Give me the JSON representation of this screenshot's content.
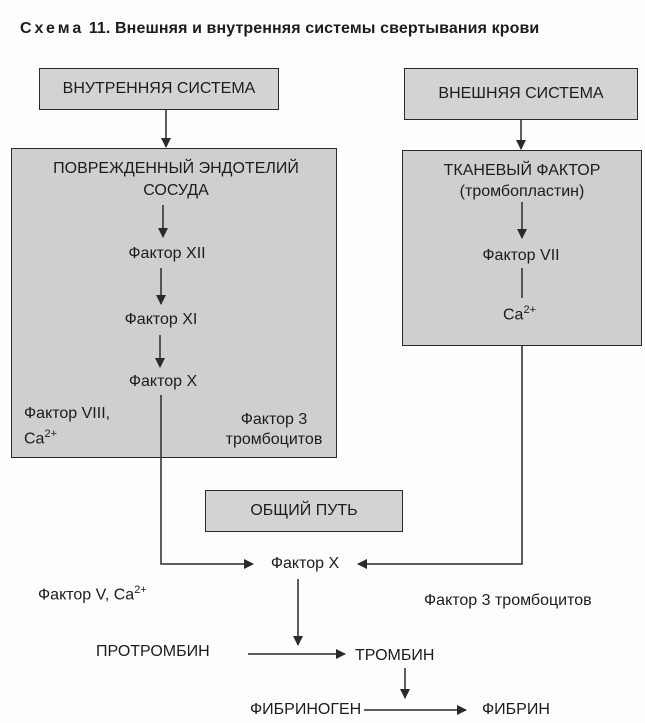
{
  "title": {
    "lead": "Схема",
    "number": "11.",
    "text": "Внешняя и внутренняя системы свертывания крови"
  },
  "intrinsic": {
    "header": "ВНУТРЕННЯЯ СИСТЕМА",
    "box_title_line1": "ПОВРЕЖДЕННЫЙ ЭНДОТЕЛИЙ",
    "box_title_line2": "СОСУДА",
    "factor_xii": "Фактор XII",
    "factor_xi": "Фактор XI",
    "factor_x": "Фактор X",
    "cofactor_line1": "Фактор VIII,",
    "cofactor_line2": "Ca",
    "cofactor_sup": "2+",
    "platelet_line1": "Фактор 3",
    "platelet_line2": "тромбоцитов"
  },
  "extrinsic": {
    "header": "ВНЕШНЯЯ СИСТЕМА",
    "box_title_line1": "ТКАНЕВЫЙ ФАКТОР",
    "box_title_line2": "(тромбопластин)",
    "factor_vii": "Фактор VII",
    "ca": "Ca",
    "ca_sup": "2+"
  },
  "common": {
    "header": "ОБЩИЙ ПУТЬ",
    "factor_x": "Фактор X",
    "cofactor": "Фактор V, Ca",
    "cofactor_sup": "2+",
    "platelet": "Фактор 3 тромбоцитов",
    "prothrombin": "ПРОТРОМБИН",
    "thrombin": "ТРОМБИН",
    "fibrinogen": "ФИБРИНОГЕН",
    "fibrin": "ФИБРИН"
  },
  "colors": {
    "box_fill": "#d3d3d3",
    "line": "#2a2a2a"
  }
}
